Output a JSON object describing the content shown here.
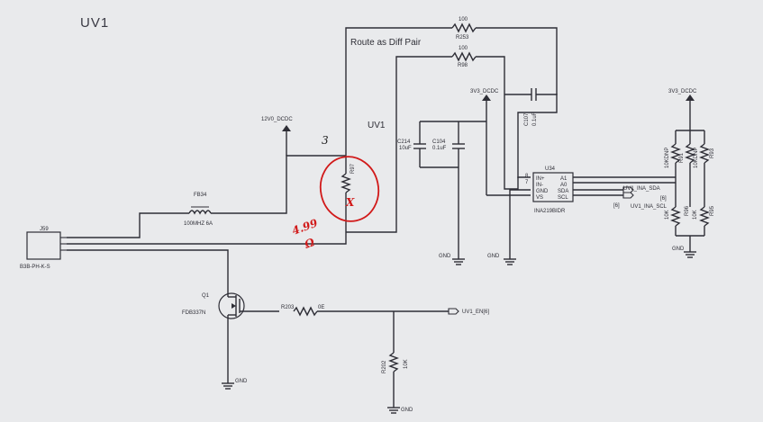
{
  "sheet_title": "UV1",
  "sub_title": "UV1",
  "note": "Route as Diff Pair",
  "rails": {
    "rail_12v": "12V0_DCDC",
    "rail_3v3_a": "3V3_DCDC",
    "rail_3v3_b": "3V3_DCDC"
  },
  "connector": {
    "ref": "J59",
    "part": "B3B-PH-K-S"
  },
  "ferrite": {
    "ref": "FB34",
    "value": "100MHZ 6A"
  },
  "shunt": {
    "ref": "R97"
  },
  "r253": {
    "value": "100",
    "ref": "R253"
  },
  "r98": {
    "value": "100",
    "ref": "R98"
  },
  "c107": {
    "ref": "C107",
    "value": "0.1uF"
  },
  "c214": {
    "ref": "C214",
    "value": "10uF"
  },
  "c104": {
    "ref": "C104",
    "value": "0.1uF"
  },
  "ic": {
    "ref": "U34",
    "part": "INA219BIDR",
    "pins_left": [
      "IN+",
      "IN-",
      "GND",
      "VS"
    ],
    "pins_right": [
      "A1",
      "A0",
      "SDA",
      "SCL"
    ],
    "pin_numbers": [
      "8",
      "7"
    ]
  },
  "i2c_pullups": {
    "r_left_ref": "R94",
    "r_left_value": "10KDNP",
    "r_mid_ref": "R91",
    "r_mid_value": "10KDNP",
    "r_right_ref": "R93",
    "r_low_left_ref": "R96",
    "r_low_left_value": "10K",
    "r_low_mid_ref": "R95",
    "r_low_mid_value": "10K",
    "r_low_right_ref": "R95"
  },
  "nets": {
    "sda": "UV1_INA_SDA",
    "sda_sheet": "[6]",
    "scl": "UV1_INA_SCL",
    "scl_sheet": "[6]",
    "enable": "UV1_EN[6]"
  },
  "mosfet": {
    "ref": "Q1",
    "part": "FDB337N"
  },
  "r203": {
    "ref": "R203",
    "value": "0E"
  },
  "r202": {
    "ref": "R202",
    "value": "10K"
  },
  "gnd_label": "GND",
  "annotations": {
    "red_value": "4.99",
    "red_unit": "Ω",
    "red_cross": "X",
    "ink_mark": "3"
  }
}
